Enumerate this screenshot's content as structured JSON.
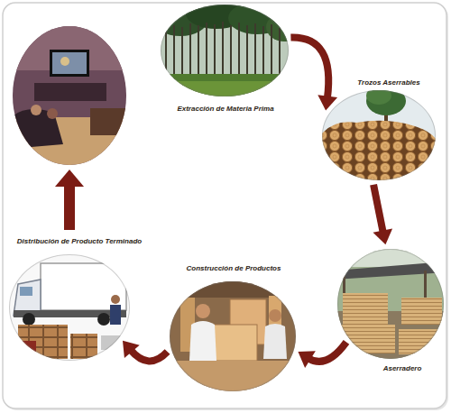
{
  "diagram": {
    "nodes": [
      {
        "text": [
          "Extracción de Materia Prima"
        ]
      },
      {
        "text": [
          "Trozos Aserrables"
        ]
      },
      {
        "text": [
          "Aserradero"
        ]
      },
      {
        "text": [
          "Construcción de Productos"
        ]
      },
      {
        "text": [
          "Distribución de Producto Terminado"
        ]
      }
    ],
    "edges": [
      {
        "from": 0,
        "to": 1,
        "arrow": "to"
      },
      {
        "from": 1,
        "to": 2,
        "arrow": "to"
      },
      {
        "from": 2,
        "to": 3,
        "arrow": "to"
      },
      {
        "from": 3,
        "to": 4,
        "arrow": "to"
      }
    ]
  }
}
